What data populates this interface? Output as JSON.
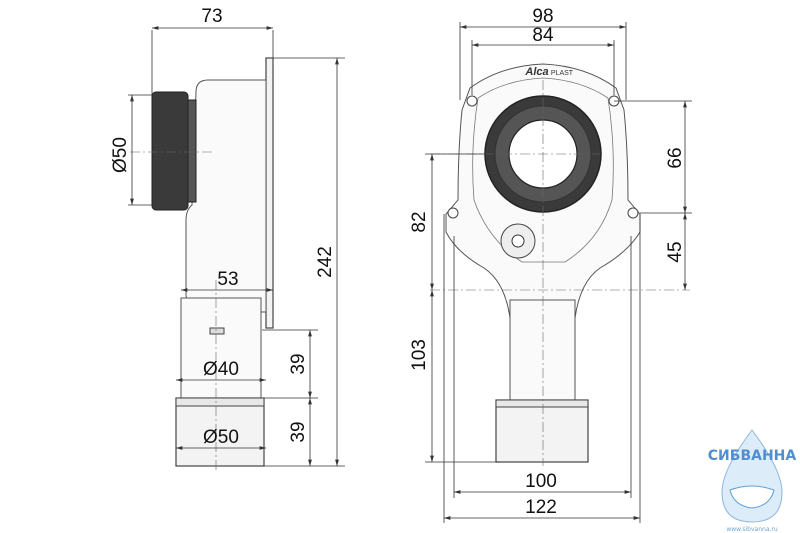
{
  "side_view": {
    "dim_width_top": "73",
    "dim_pipe_diameter": "Ø50",
    "dim_depth": "53",
    "dim_outlet_diameter": "Ø40",
    "dim_bottom_diameter": "Ø50",
    "dim_height_upper": "39",
    "dim_height_lower": "39",
    "dim_total_height": "242"
  },
  "front_view": {
    "dim_width_outer": "98",
    "dim_width_inner": "84",
    "dim_upper_height": "66",
    "dim_mid_height": "45",
    "dim_left_height": "82",
    "dim_lower_height": "103",
    "dim_base_width_inner": "100",
    "dim_base_width_outer": "122",
    "brand_logo": "Alca",
    "brand_logo_suffix": "PLAST"
  },
  "watermark": {
    "name": "СИБВАННА",
    "url": "www.sibvanna.ru"
  }
}
